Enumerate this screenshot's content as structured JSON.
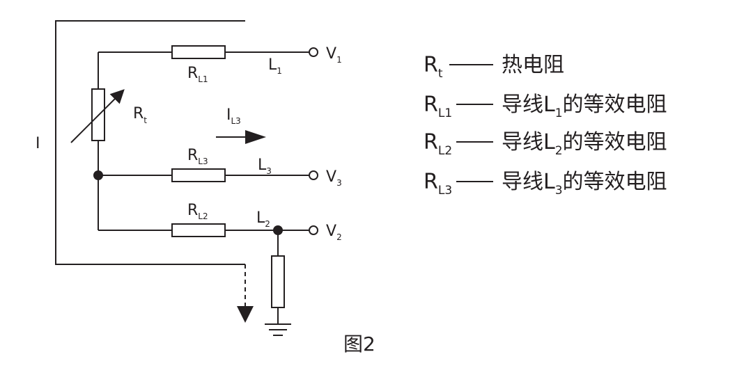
{
  "figure": {
    "caption": "图2",
    "current_source_label": "I",
    "rtd": {
      "main": "R",
      "sub": "t"
    },
    "lead_resistors": [
      {
        "id": "rl1",
        "main": "R",
        "sub": "L1"
      },
      {
        "id": "rl3",
        "main": "R",
        "sub": "L3"
      },
      {
        "id": "rl2",
        "main": "R",
        "sub": "L2"
      }
    ],
    "leads": [
      {
        "id": "l1",
        "main": "L",
        "sub": "1"
      },
      {
        "id": "l3",
        "main": "L",
        "sub": "3"
      },
      {
        "id": "l2",
        "main": "L",
        "sub": "2"
      }
    ],
    "terminals": [
      {
        "id": "v1",
        "main": "V",
        "sub": "1"
      },
      {
        "id": "v3",
        "main": "V",
        "sub": "3"
      },
      {
        "id": "v2",
        "main": "V",
        "sub": "2"
      }
    ],
    "lead_current": {
      "main": "I",
      "sub": "L3"
    }
  },
  "legend": [
    {
      "symbol_main": "R",
      "symbol_sub": "t",
      "desc": "热电阻"
    },
    {
      "symbol_main": "R",
      "symbol_sub": "L1",
      "desc_pre": "导线L",
      "desc_sub": "1",
      "desc_post": "的等效电阻"
    },
    {
      "symbol_main": "R",
      "symbol_sub": "L2",
      "desc_pre": "导线L",
      "desc_sub": "2",
      "desc_post": "的等效电阻"
    },
    {
      "symbol_main": "R",
      "symbol_sub": "L3",
      "desc_pre": "导线L",
      "desc_sub": "3",
      "desc_post": "的等效电阻"
    }
  ],
  "colors": {
    "ink": "#231f20",
    "background": "#ffffff"
  }
}
